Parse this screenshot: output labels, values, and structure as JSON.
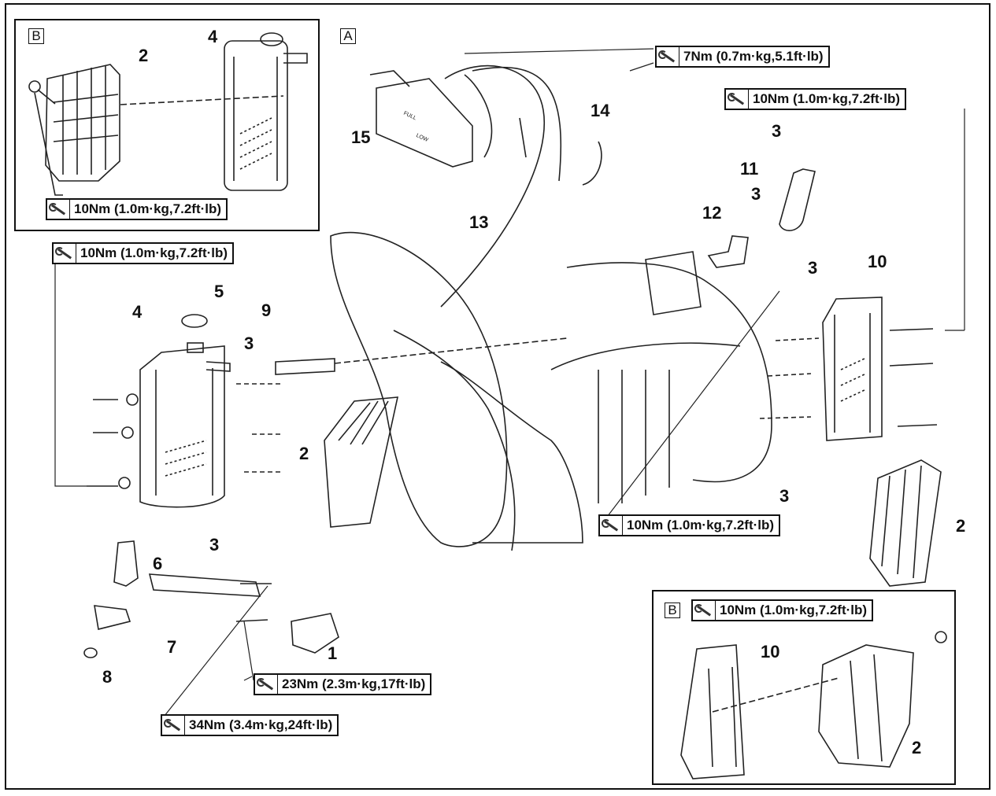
{
  "sections": {
    "detail": "B",
    "main": "A"
  },
  "torques": {
    "t7": "7Nm (0.7m·kg,5.1ft·lb)",
    "t10": "10Nm (1.0m·kg,7.2ft·lb)",
    "t23": "23Nm (2.3m·kg,17ft·lb)",
    "t34": "34Nm (3.4m·kg,24ft·lb)"
  },
  "icons": {
    "torque": "torque-wrench-icon"
  },
  "callouts": [
    "1",
    "2",
    "3",
    "4",
    "5",
    "6",
    "7",
    "8",
    "9",
    "10",
    "11",
    "12",
    "13",
    "14",
    "15"
  ],
  "reservoir": {
    "full": "FULL",
    "low": "LOW"
  }
}
